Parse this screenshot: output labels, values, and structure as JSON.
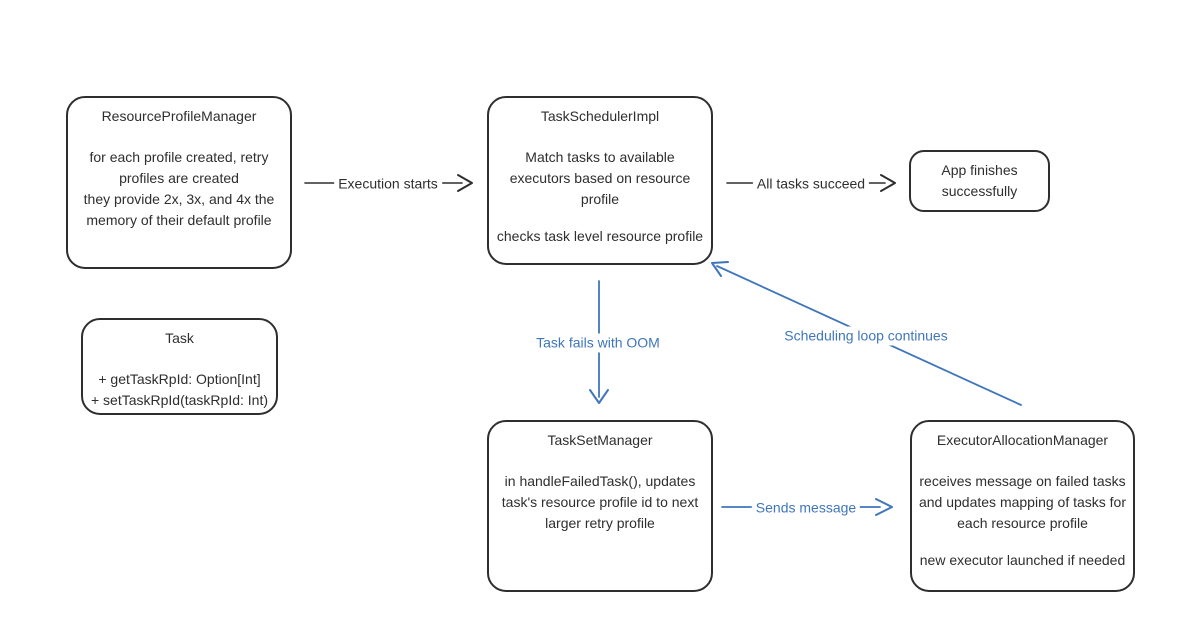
{
  "canvas": {
    "background": "#ffffff",
    "ink": "#2e2e2e",
    "accent": "#3f76bb"
  },
  "nodes": {
    "resource_profile_manager": {
      "title": "ResourceProfileManager",
      "body": "for each profile created, retry\nprofiles are created\nthey provide 2x, 3x, and 4x the\nmemory of their default profile"
    },
    "task_scheduler_impl": {
      "title": "TaskSchedulerImpl",
      "body": "Match tasks to available\nexecutors based on resource\nprofile",
      "note": "checks task level resource profile"
    },
    "app_finishes": {
      "body": "App finishes\nsuccessfully"
    },
    "task": {
      "title": "Task",
      "body": "+ getTaskRpId: Option[Int]\n+ setTaskRpId(taskRpId: Int)"
    },
    "task_set_manager": {
      "title": "TaskSetManager",
      "body": "in handleFailedTask(), updates\ntask's resource profile id to next\nlarger retry profile"
    },
    "executor_allocation_manager": {
      "title": "ExecutorAllocationManager",
      "body": "receives message on failed tasks\nand updates mapping of tasks for\neach resource profile",
      "note": "new executor launched if needed"
    }
  },
  "edges": {
    "execution_starts": {
      "label": "Execution starts"
    },
    "all_tasks_succeed": {
      "label": "All tasks succeed"
    },
    "task_fails_with_oom": {
      "label": "Task fails with OOM"
    },
    "sends_message": {
      "label": "Sends message"
    },
    "scheduling_loop_continues": {
      "label": "Scheduling loop continues"
    }
  }
}
